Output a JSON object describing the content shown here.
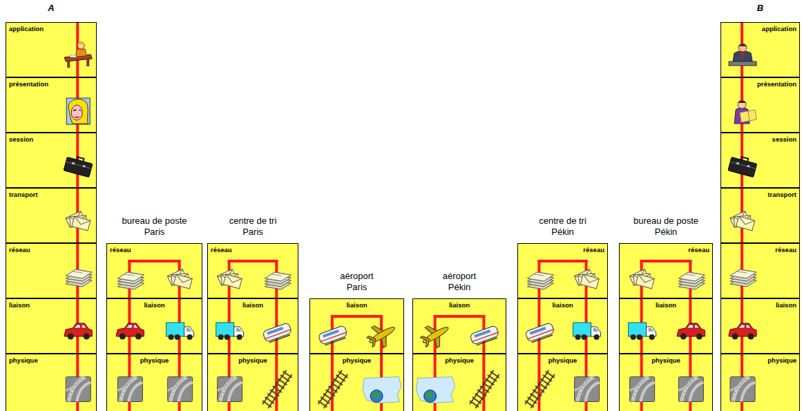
{
  "diagram": {
    "nodes": [
      {
        "text": [
          "A"
        ]
      },
      {
        "text": [
          "application"
        ],
        "in": 0
      },
      {
        "text": [
          "présentation"
        ],
        "in": 0
      },
      {
        "text": [
          "session"
        ],
        "in": 0
      },
      {
        "text": [
          "transport"
        ],
        "in": 0
      },
      {
        "text": [
          "réseau"
        ],
        "in": 0
      },
      {
        "text": [
          "liaison"
        ],
        "in": 0
      },
      {
        "text": [
          "physique"
        ],
        "in": 0
      },
      {
        "text": [
          "bureau de poste Paris"
        ]
      },
      {
        "text": [
          "réseau"
        ],
        "in": 8
      },
      {
        "text": [
          "liaison"
        ],
        "in": 8
      },
      {
        "text": [
          "physique"
        ],
        "in": 8
      },
      {
        "text": [
          "centre de tri Paris"
        ]
      },
      {
        "text": [
          "réseau"
        ],
        "in": 12
      },
      {
        "text": [
          "liaison"
        ],
        "in": 12
      },
      {
        "text": [
          "physique"
        ],
        "in": 12
      },
      {
        "text": [
          "aéroport Paris"
        ]
      },
      {
        "text": [
          "liaison"
        ],
        "in": 16
      },
      {
        "text": [
          "physique"
        ],
        "in": 16
      },
      {
        "text": [
          "aéroport Pékin"
        ]
      },
      {
        "text": [
          "liaison"
        ],
        "in": 19
      },
      {
        "text": [
          "physique"
        ],
        "in": 19
      },
      {
        "text": [
          "centre de tri Pékin"
        ]
      },
      {
        "text": [
          "réseau"
        ],
        "in": 22
      },
      {
        "text": [
          "liaison"
        ],
        "in": 22
      },
      {
        "text": [
          "physique"
        ],
        "in": 22
      },
      {
        "text": [
          "bureau de poste Pékin"
        ]
      },
      {
        "text": [
          "réseau"
        ],
        "in": 26
      },
      {
        "text": [
          "liaison"
        ],
        "in": 26
      },
      {
        "text": [
          "physique"
        ],
        "in": 26
      },
      {
        "text": [
          "B"
        ]
      },
      {
        "text": [
          "application"
        ],
        "in": 30
      },
      {
        "text": [
          "présentation"
        ],
        "in": 30
      },
      {
        "text": [
          "session"
        ],
        "in": 30
      },
      {
        "text": [
          "transport"
        ],
        "in": 30
      },
      {
        "text": [
          "réseau"
        ],
        "in": 30
      },
      {
        "text": [
          "liaison"
        ],
        "in": 30
      },
      {
        "text": [
          "physique"
        ],
        "in": 30
      }
    ],
    "edges": [
      {
        "from": 1,
        "to": 2,
        "arrow": "none"
      },
      {
        "from": 2,
        "to": 3,
        "arrow": "none"
      },
      {
        "from": 3,
        "to": 4,
        "arrow": "none"
      },
      {
        "from": 4,
        "to": 5,
        "arrow": "none"
      },
      {
        "from": 5,
        "to": 6,
        "arrow": "none"
      },
      {
        "from": 6,
        "to": 7,
        "arrow": "none"
      },
      {
        "from": 11,
        "to": 10,
        "arrow": "none"
      },
      {
        "from": 10,
        "to": 9,
        "arrow": "none"
      },
      {
        "from": 9,
        "to": 10,
        "arrow": "none"
      },
      {
        "from": 10,
        "to": 11,
        "arrow": "none"
      },
      {
        "from": 15,
        "to": 14,
        "arrow": "none"
      },
      {
        "from": 14,
        "to": 13,
        "arrow": "none"
      },
      {
        "from": 13,
        "to": 14,
        "arrow": "none"
      },
      {
        "from": 14,
        "to": 15,
        "arrow": "none"
      },
      {
        "from": 18,
        "to": 17,
        "arrow": "none"
      },
      {
        "from": 17,
        "to": 18,
        "arrow": "none"
      },
      {
        "from": 21,
        "to": 20,
        "arrow": "none"
      },
      {
        "from": 20,
        "to": 21,
        "arrow": "none"
      },
      {
        "from": 25,
        "to": 24,
        "arrow": "none"
      },
      {
        "from": 24,
        "to": 23,
        "arrow": "none"
      },
      {
        "from": 23,
        "to": 24,
        "arrow": "none"
      },
      {
        "from": 24,
        "to": 25,
        "arrow": "none"
      },
      {
        "from": 29,
        "to": 28,
        "arrow": "none"
      },
      {
        "from": 28,
        "to": 27,
        "arrow": "none"
      },
      {
        "from": 27,
        "to": 28,
        "arrow": "none"
      },
      {
        "from": 28,
        "to": 29,
        "arrow": "none"
      },
      {
        "from": 37,
        "to": 36,
        "arrow": "none"
      },
      {
        "from": 36,
        "to": 35,
        "arrow": "none"
      },
      {
        "from": 35,
        "to": 34,
        "arrow": "none"
      },
      {
        "from": 34,
        "to": 33,
        "arrow": "none"
      },
      {
        "from": 33,
        "to": 32,
        "arrow": "none"
      },
      {
        "from": 32,
        "to": 31,
        "arrow": "none"
      }
    ]
  }
}
